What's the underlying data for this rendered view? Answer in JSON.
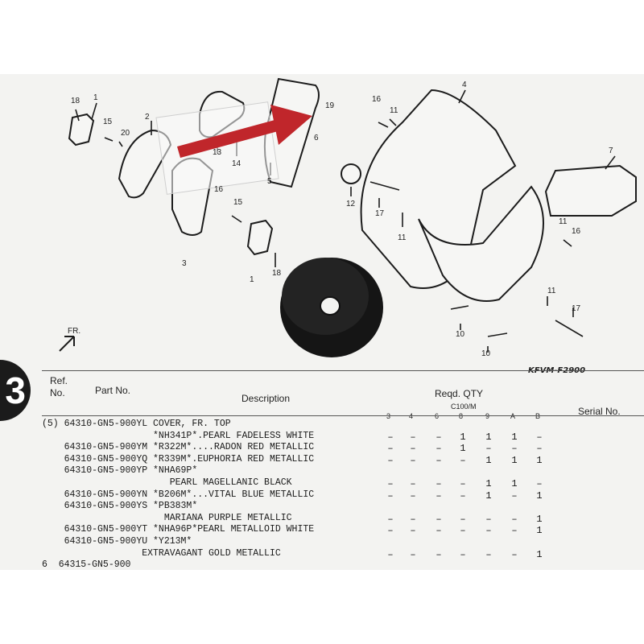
{
  "diagram": {
    "callouts": [
      "18",
      "1",
      "15",
      "20",
      "2",
      "13",
      "14",
      "5",
      "19",
      "6",
      "3",
      "16",
      "15",
      "1",
      "18",
      "16",
      "11",
      "4",
      "12",
      "17",
      "11",
      "7",
      "11",
      "16",
      "11",
      "17",
      "10",
      "10"
    ],
    "code": "KFVM-F2900",
    "fr_label": "FR.",
    "section_letter": "3"
  },
  "accent_colors": {
    "arrow": "#c0262b",
    "grommet": "#151515"
  },
  "table": {
    "headers": {
      "ref_no": "Ref. No.",
      "part_no": "Part No.",
      "description": "Description",
      "reqd_qty": "Reqd. QTY",
      "model_group": "C100/M",
      "serial_no": "Serial No."
    },
    "qty_columns": [
      "3",
      "4",
      "6",
      "8",
      "9",
      "A",
      "B"
    ],
    "rows": [
      {
        "text": "(5) 64310-GN5-900YL COVER, FR. TOP",
        "qty": [
          "",
          "",
          "",
          "",
          "",
          "",
          ""
        ]
      },
      {
        "text": "                    *NH341P*.PEARL FADELESS WHITE",
        "qty": [
          "–",
          "–",
          "–",
          "1",
          "1",
          "1",
          "–"
        ]
      },
      {
        "text": "    64310-GN5-900YM *R322M*....RADON RED METALLIC",
        "qty": [
          "–",
          "–",
          "–",
          "1",
          "–",
          "–",
          "–"
        ]
      },
      {
        "text": "    64310-GN5-900YQ *R339M*.EUPHORIA RED METALLIC",
        "qty": [
          "–",
          "–",
          "–",
          "–",
          "1",
          "1",
          "1"
        ]
      },
      {
        "text": "    64310-GN5-900YP *NHA69P*",
        "qty": [
          "",
          "",
          "",
          "",
          "",
          "",
          ""
        ]
      },
      {
        "text": "                       PEARL MAGELLANIC BLACK",
        "qty": [
          "–",
          "–",
          "–",
          "–",
          "1",
          "1",
          "–"
        ]
      },
      {
        "text": "    64310-GN5-900YN *B206M*...VITAL BLUE METALLIC",
        "qty": [
          "–",
          "–",
          "–",
          "–",
          "1",
          "–",
          "1"
        ]
      },
      {
        "text": "    64310-GN5-900YS *PB383M*",
        "qty": [
          "",
          "",
          "",
          "",
          "",
          "",
          ""
        ]
      },
      {
        "text": "                      MARIANA PURPLE METALLIC",
        "qty": [
          "–",
          "–",
          "–",
          "–",
          "–",
          "–",
          "1"
        ]
      },
      {
        "text": "    64310-GN5-900YT *NHA96P*PEARL METALLOID WHITE",
        "qty": [
          "–",
          "–",
          "–",
          "–",
          "–",
          "–",
          "1"
        ]
      },
      {
        "text": "    64310-GN5-900YU *Y213M*",
        "qty": [
          "",
          "",
          "",
          "",
          "",
          "",
          ""
        ]
      },
      {
        "text": "                  EXTRAVAGANT GOLD METALLIC",
        "qty": [
          "–",
          "–",
          "–",
          "–",
          "–",
          "–",
          "1"
        ]
      },
      {
        "text": "6  64315-GN5-900",
        "qty": [
          "",
          "",
          "",
          "",
          "",
          "",
          ""
        ]
      }
    ]
  }
}
